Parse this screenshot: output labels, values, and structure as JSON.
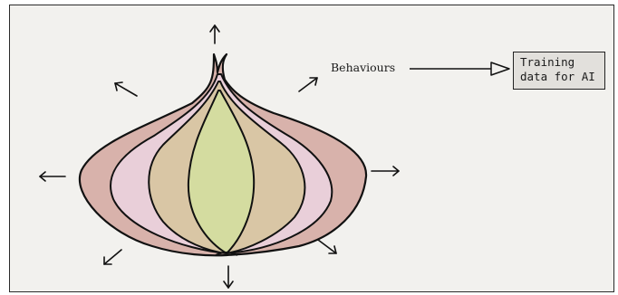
{
  "diagram": {
    "label": "Behaviours",
    "box_lines": [
      "Training",
      "data for AI"
    ],
    "colors": {
      "background": "#f2f1ee",
      "outer_layer": "#d8b2ab",
      "second_layer": "#e9cfd9",
      "third_layer": "#d9c6a5",
      "core": "#d4dca0",
      "stroke": "#111111",
      "box_fill": "#e2e0dc"
    },
    "arrow_directions": [
      "up",
      "up-left",
      "up-right",
      "left",
      "right",
      "down-left",
      "down",
      "down-right"
    ]
  }
}
